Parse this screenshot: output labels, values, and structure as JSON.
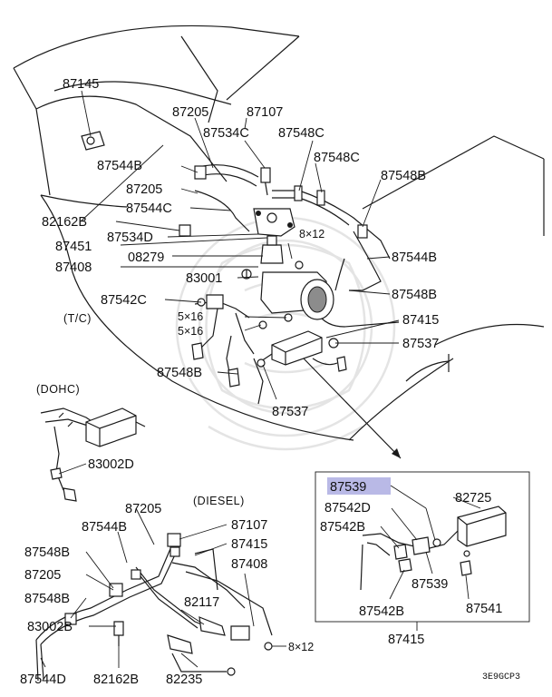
{
  "labels": {
    "l87145": "87145",
    "l87205_top": "87205",
    "l87107_top": "87107",
    "l87534C": "87534C",
    "l87548C_1": "87548C",
    "l87548C_2": "87548C",
    "l87544B_1": "87544B",
    "l87205_mid": "87205",
    "l87548B_1": "87548B",
    "l87544C": "87544C",
    "l82162B_top": "82162B",
    "l87534D": "87534D",
    "l8x12_top": "8×12",
    "l87451": "87451",
    "l87544B_right": "87544B",
    "l08279": "08279",
    "l87408_top": "87408",
    "l83001": "83001",
    "l87548B_right": "87548B",
    "l87542C": "87542C",
    "l5x16_a": "5×16",
    "l5x16_b": "5×16",
    "l87415_top": "87415",
    "l87537_right": "87537",
    "l87548B_left": "87548B",
    "l87537_bottom": "87537",
    "l83002D": "83002D",
    "l87205_b": "87205",
    "l87544B_b": "87544B",
    "l87107_b": "87107",
    "l87548B_b1": "87548B",
    "l87415_b": "87415",
    "l87205_b2": "87205",
    "l87408_b": "87408",
    "l87548B_b2": "87548B",
    "l82117": "82117",
    "l83002B": "83002B",
    "l8x12_b": "8×12",
    "l87544D": "87544D",
    "l82162B_b": "82162B",
    "l82235": "82235",
    "i87539": "87539",
    "i82725": "82725",
    "i87542D": "87542D",
    "i87542B_1": "87542B",
    "i87539_b": "87539",
    "i87542B_2": "87542B",
    "i87541": "87541",
    "i87415": "87415"
  },
  "notes": {
    "tc": "(T/C)",
    "dohc": "(DOHC)",
    "diesel": "(DIESEL)"
  },
  "figure_code": "3E9GCP3",
  "colors": {
    "highlight": "#b9b9e6",
    "ink": "#1a1a1a"
  }
}
